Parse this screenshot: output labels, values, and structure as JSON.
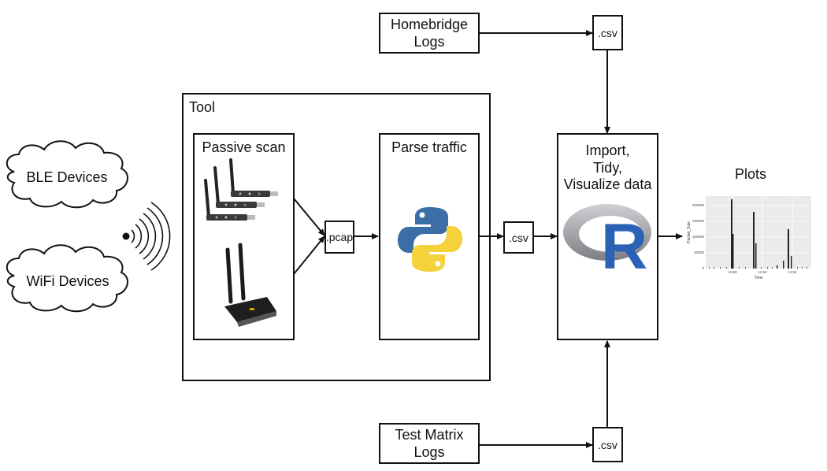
{
  "sources": {
    "ble": "BLE Devices",
    "wifi": "WiFi Devices"
  },
  "tool": {
    "title": "Tool",
    "passive_scan": "Passive scan",
    "pcap": ".pcap",
    "parse_traffic": "Parse traffic",
    "csv_out": ".csv"
  },
  "homebridge": {
    "line1": "Homebridge",
    "line2": "Logs",
    "csv": ".csv"
  },
  "test_matrix": {
    "line1": "Test Matrix",
    "line2": "Logs",
    "csv": ".csv"
  },
  "analysis": {
    "line1": "Import,",
    "line2": "Tidy,",
    "line3": "Visualize data",
    "logo_letter": "R"
  },
  "plots": {
    "title": "Plots",
    "ylabel": "Packet_Size",
    "xlabel": "Time",
    "yticks": [
      "200000",
      "150000",
      "100000",
      "50000",
      "0"
    ],
    "xticks": [
      "12:50",
      "12:52",
      "12:54"
    ]
  }
}
